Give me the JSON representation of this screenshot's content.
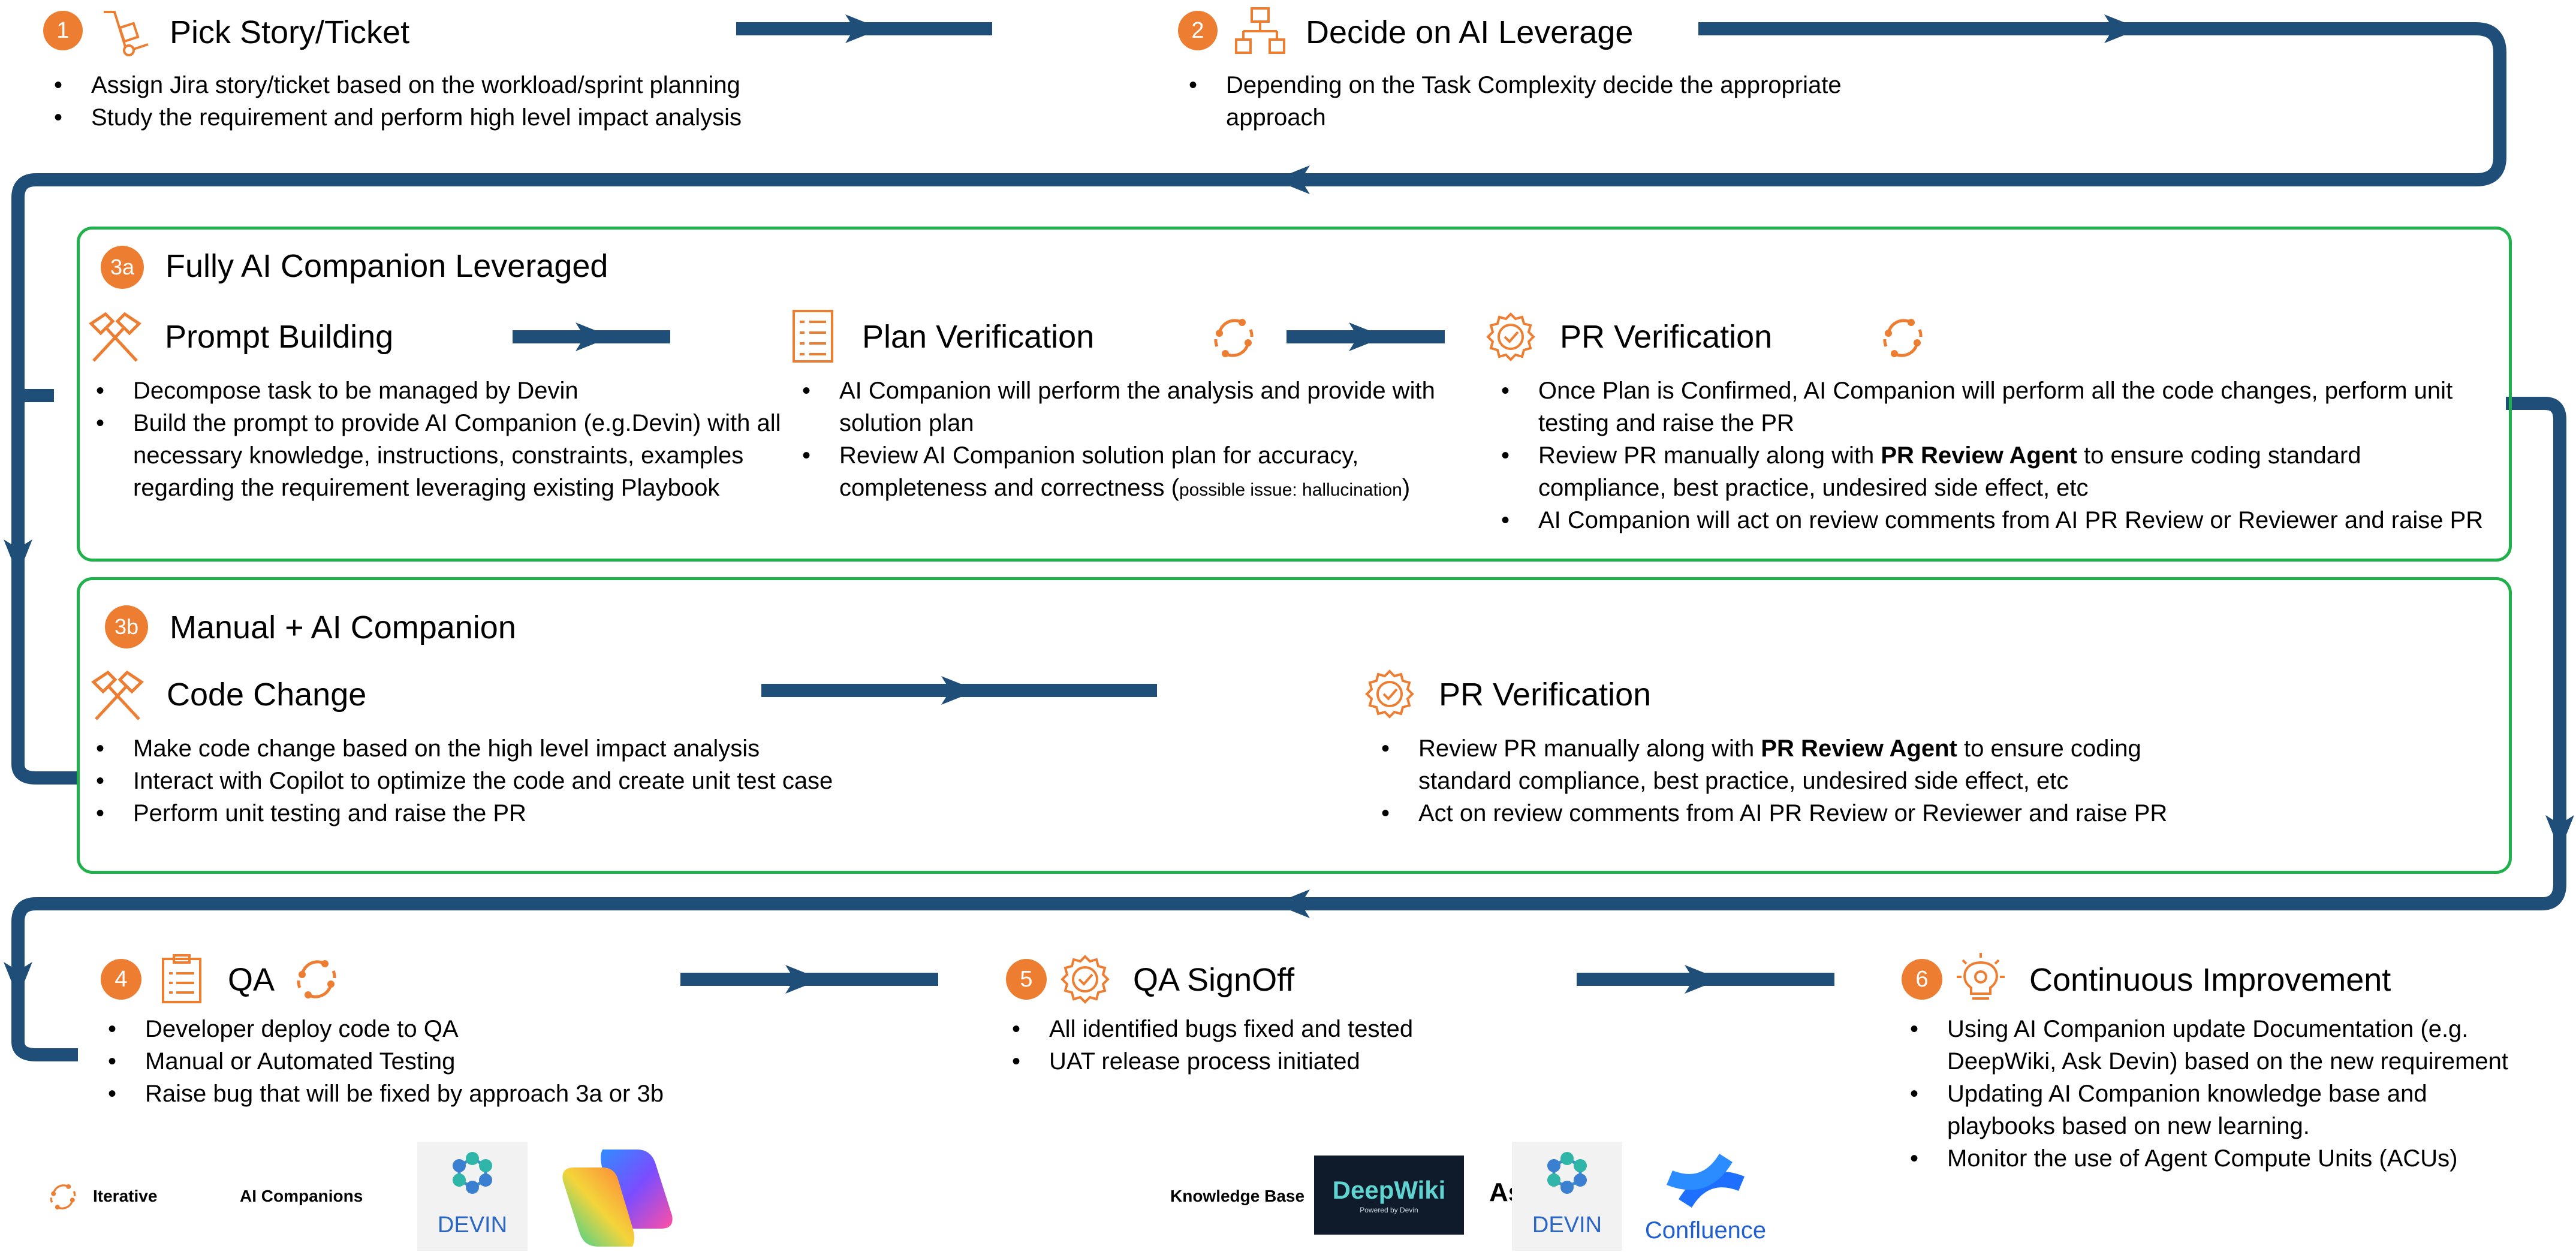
{
  "colors": {
    "accent": "#ED7D31",
    "flow": "#1F4E79",
    "box_border": "#21B14C"
  },
  "steps": {
    "s1": {
      "badge": "1",
      "title": "Pick Story/Ticket",
      "icon": "hand-truck-icon",
      "bullets": [
        "Assign Jira story/ticket based on the workload/sprint planning",
        "Study the requirement and perform high level impact analysis"
      ]
    },
    "s2": {
      "badge": "2",
      "title": "Decide on AI Leverage",
      "icon": "org-chart-icon",
      "bullets": [
        "Depending on the Task Complexity decide the appropriate approach"
      ]
    },
    "s3a": {
      "badge": "3a",
      "title": "Fully AI Companion Leveraged",
      "prompt": {
        "title": "Prompt Building",
        "icon": "hammer-icon",
        "bullets": [
          "Decompose task to be managed by Devin",
          "Build the prompt to provide AI Companion (e.g.Devin) with all necessary knowledge, instructions, constraints, examples regarding the requirement leveraging existing Playbook"
        ]
      },
      "plan": {
        "title": "Plan Verification",
        "icon": "checklist-icon",
        "b1": "AI Companion will perform the analysis and provide with solution plan",
        "b2_pre": "Review AI Companion solution plan for accuracy, completeness and correctness (",
        "b2_small": "possible issue: hallucination",
        "b2_post": ")"
      },
      "pr": {
        "title": "PR Verification",
        "icon": "badge-check-icon",
        "b1": "Once Plan is Confirmed, AI Companion will perform all the code changes, perform unit testing and raise the PR",
        "b2_pre": "Review PR manually along with ",
        "b2_bold": "PR Review Agent",
        "b2_post": " to ensure coding standard compliance, best practice, undesired side effect, etc",
        "b3": "AI Companion will act on review comments from AI PR Review or Reviewer and raise PR"
      }
    },
    "s3b": {
      "badge": "3b",
      "title": "Manual + AI Companion",
      "code": {
        "title": "Code Change",
        "icon": "hammer-icon",
        "bullets": [
          "Make code change based on the high level impact analysis",
          "Interact with Copilot to optimize the code and create unit test case",
          "Perform unit testing and raise the PR"
        ]
      },
      "pr": {
        "title": "PR Verification",
        "icon": "badge-check-icon",
        "b1_pre": "Review PR manually along with ",
        "b1_bold": "PR Review Agent",
        "b1_post": " to ensure coding standard compliance, best practice, undesired side effect, etc",
        "b2": "Act on review comments from AI PR Review or Reviewer and raise PR"
      }
    },
    "s4": {
      "badge": "4",
      "title": "QA",
      "icon": "clipboard-icon",
      "bullets": [
        "Developer deploy code to QA",
        "Manual or Automated Testing",
        "Raise bug that will be fixed by approach 3a or 3b"
      ]
    },
    "s5": {
      "badge": "5",
      "title": "QA SignOff",
      "icon": "badge-check-icon",
      "bullets": [
        "All identified bugs fixed and tested",
        "UAT release process initiated"
      ]
    },
    "s6": {
      "badge": "6",
      "title": "Continuous Improvement",
      "icon": "lightbulb-gear-icon",
      "bullets": [
        "Using AI Companion update Documentation (e.g. DeepWiki, Ask Devin) based on the new requirement",
        "Updating AI Companion knowledge base and playbooks based on new learning.",
        "Monitor the use of Agent Compute Units (ACUs)"
      ]
    }
  },
  "legend": {
    "iterative": "Iterative",
    "ai_companions": "AI Companions",
    "knowledge_base": "Knowledge Base",
    "devin": "DEVIN",
    "deepwiki": "DeepWiki",
    "deepwiki_sub": "Powered by Devin",
    "ask": "Ask",
    "confluence": "Confluence"
  }
}
